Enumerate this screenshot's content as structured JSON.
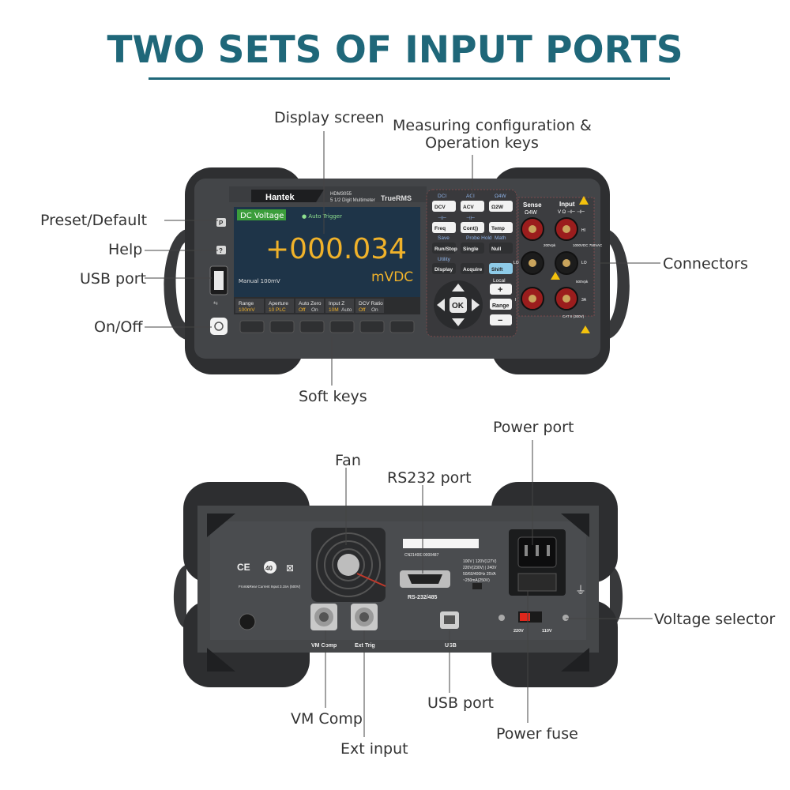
{
  "title": "TWO SETS OF INPUT PORTS",
  "front": {
    "brand": "Hantek",
    "model": "HDM3055",
    "subtitle": "5 1/2 Digit Multimeter",
    "true_rms": "TrueRMS",
    "screen": {
      "mode": "DC Voltage",
      "trigger": "● Auto Trigger",
      "reading": "+000.034",
      "unit": "mVDC",
      "range_text": "Manual 100mV",
      "softkeys": [
        {
          "label": "Range",
          "value": "100mV",
          "value2": ""
        },
        {
          "label": "Aperture",
          "value": "10 PLC",
          "value2": ""
        },
        {
          "label": "Auto Zero",
          "value": "Off",
          "value2": "On"
        },
        {
          "label": "Input Z",
          "value": "10M",
          "value2": "Auto"
        },
        {
          "label": "DCV Ratio",
          "value": "Off",
          "value2": "On"
        }
      ]
    },
    "side_keys": {
      "preset": "P",
      "help": "?"
    },
    "key_groups": {
      "row1": [
        "DCI",
        "ACI",
        "Ω4W"
      ],
      "row2": [
        "⊣⊢",
        "⊣⊢",
        ""
      ],
      "row3": [
        "Save",
        "Probe Hold",
        "Math"
      ],
      "row4": [
        "Utility",
        "",
        ""
      ]
    },
    "keys": {
      "dcv": "DCV",
      "acv": "ACV",
      "o2w": "Ω2W",
      "freq": "Freq",
      "cont": "Cont))",
      "temp": "Temp",
      "run": "Run/Stop",
      "single": "Single",
      "null": "Null",
      "display": "Display",
      "acquire": "Acquire",
      "shift": "Shift",
      "local": "Local",
      "plus": "+",
      "range": "Range",
      "minus": "−",
      "ok": "OK"
    },
    "terminals": {
      "sense": "Sense",
      "sense_sub": "Ω4W",
      "input": "Input",
      "input_sub": "V Ω ⊣⊢ ⊣⊢",
      "hi": "HI",
      "lo": "LO",
      "lo2": "LO",
      "i": "I",
      "amp": "3A",
      "v200": "200Vpk",
      "v1000": "1000VDC 750VAC",
      "v500": "500Vpk",
      "cat": "CAT II (300V)"
    }
  },
  "rear": {
    "serial": "CN2140030000487",
    "rs232": "RS-232/485",
    "vm_comp": "VM Comp",
    "ext_trig": "Ext Trig",
    "usb": "USB",
    "fuse_note": "Front&Rear Current Input 3.15A (500V)",
    "voltage_table": [
      "100V | 120V(127V)",
      "220V(230V) | 240V",
      "50/60/400Hz 25VA",
      "~250mA(250V)"
    ],
    "v220": "220V",
    "v110": "110V",
    "marks": [
      "CE",
      "40",
      "⊠"
    ]
  },
  "callouts": {
    "display_screen": "Display screen",
    "measuring_1": "Measuring configuration &",
    "measuring_2": "Operation keys",
    "preset_default": "Preset/Default",
    "help": "Help",
    "usb_port_front": "USB port",
    "on_off": "On/Off",
    "connectors": "Connectors",
    "soft_keys": "Soft keys",
    "power_port": "Power port",
    "fan": "Fan",
    "rs232_port": "RS232 port",
    "voltage_selector": "Voltage selector",
    "usb_port_rear": "USB port",
    "vm_comp": "VM Comp",
    "power_fuse": "Power fuse",
    "ext_input": "Ext input"
  },
  "colors": {
    "title": "#1f6779",
    "body": "#3e4043",
    "bumper": "#2d2e30",
    "lcd": "#223a4f",
    "reading": "#f0b22a",
    "accent": "#c0392b"
  }
}
